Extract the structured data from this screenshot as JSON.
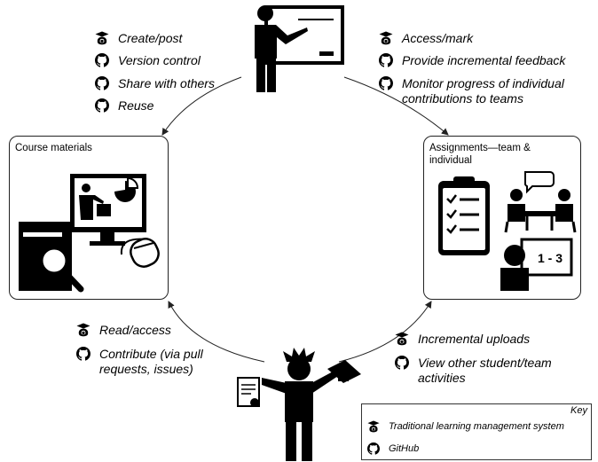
{
  "teacher": {
    "left_items": [
      {
        "icon": "lms-icon",
        "text": "Create/post"
      },
      {
        "icon": "github-icon",
        "text": "Version control"
      },
      {
        "icon": "github-icon",
        "text": "Share with others"
      },
      {
        "icon": "github-icon",
        "text": "Reuse"
      }
    ],
    "right_items": [
      {
        "icon": "lms-icon",
        "text": "Access/mark"
      },
      {
        "icon": "github-icon",
        "text": "Provide incremental feedback"
      },
      {
        "icon": "github-icon",
        "text": "Monitor progress of individual contributions to teams"
      }
    ]
  },
  "course_box": {
    "title": "Course materials"
  },
  "assign_box": {
    "title": "Assignments—team & individual",
    "badge": "1 - 3"
  },
  "student": {
    "left_items": [
      {
        "icon": "lms-icon",
        "text": "Read/access"
      },
      {
        "icon": "github-icon",
        "text": "Contribute (via pull requests, issues)"
      }
    ],
    "right_items": [
      {
        "icon": "lms-icon",
        "text": "Incremental uploads"
      },
      {
        "icon": "github-icon",
        "text": "View other student/team activities"
      }
    ]
  },
  "key": {
    "title": "Key",
    "items": [
      {
        "icon": "lms-icon",
        "text": "Traditional learning management system"
      },
      {
        "icon": "github-icon",
        "text": "GitHub"
      }
    ]
  }
}
